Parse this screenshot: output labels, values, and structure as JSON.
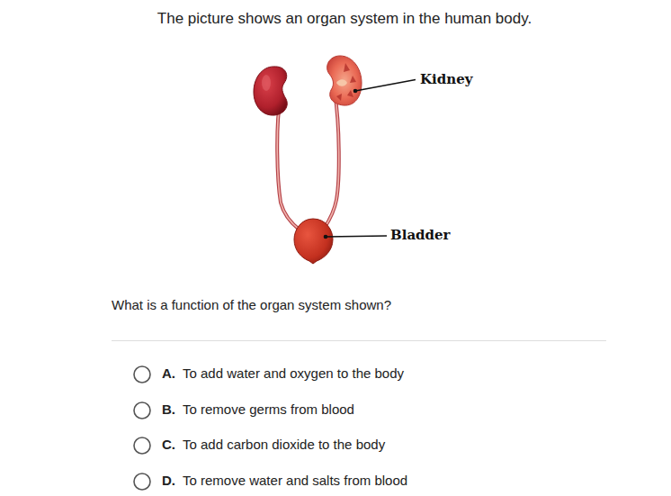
{
  "diagram": {
    "title": "The picture shows an organ system in the human body.",
    "labels": [
      "Kidney",
      "Bladder",
      "What is a function of the organ system shown?",
      "A.",
      "To add water and oxygen to the body",
      "B.",
      "To remove germs from blood",
      "C.",
      "To add carbon dioxide to the body",
      "D.",
      "To remove water and salts from blood"
    ]
  }
}
